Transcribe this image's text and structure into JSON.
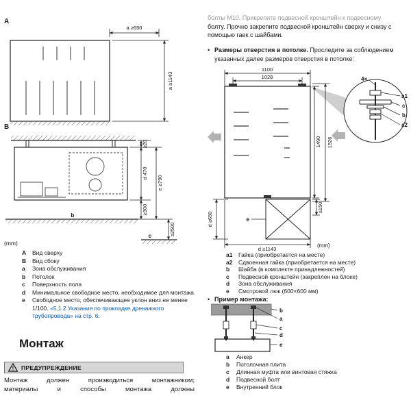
{
  "left": {
    "viewA": {
      "label": "A",
      "dim_top": "a ≥650",
      "dim_right": "a ≥1143"
    },
    "viewB": {
      "label": "B",
      "dim_gap": "≥20",
      "dim_d": "d 470",
      "dim_e": "e ≥790",
      "dim_bottom": "≥300",
      "dim_floor": "≥2500",
      "label_b": "b",
      "label_c": "c"
    },
    "mm": "(mm)",
    "legend": [
      {
        "key": "A",
        "text": "Вид сверху"
      },
      {
        "key": "B",
        "text": "Вид сбоку"
      },
      {
        "key": "a",
        "text": "Зона обслуживания"
      },
      {
        "key": "b",
        "text": "Потолок"
      },
      {
        "key": "c",
        "text": "Поверхность пола"
      },
      {
        "key": "d",
        "text": "Минимальное свободное место, необходимое для монтажа"
      },
      {
        "key": "e",
        "text_prefix": "Свободное место, обеспечивающее уклон вниз не менее 1/100. ",
        "link": "«5.1.2 Указания по прокладке дренажного трубопровода» на стр. 6",
        "text_suffix": "."
      }
    ],
    "section_heading": "Монтаж",
    "warning": {
      "icon_char": "!",
      "title": "ПРЕДУПРЕЖДЕНИЕ",
      "body_line1": "Монтаж должен производиться монтажником;",
      "body_line2": "материалы и способы монтажа должны"
    }
  },
  "right": {
    "bullet_glyph": "•",
    "intro_cut_line": "болты M10. Прикрепите подвесной кронштейн к подвесному",
    "intro_rest": "болту. Прочно закрепите подвесной кронштейн сверху и снизу с помощью гаек с шайбами.",
    "bullet1": {
      "bold": "Размеры отверстия в потолке.",
      "rest": " Проследите за соблюдением указанных далее размеров отверстия в потолке:"
    },
    "ceiling_diagram": {
      "dim_1100": "1100",
      "dim_1028": "1028",
      "dim_1490": "1490",
      "dim_1526": "1526",
      "dim_d650": "d ≥650",
      "dim_150": "≥150",
      "dim_d1143": "d ≥1143",
      "label_e": "e",
      "label_4x": "4×",
      "callout": {
        "a1": "a1",
        "c": "c",
        "b": "b",
        "a2": "a2"
      },
      "mm": "(mm)"
    },
    "legend1": [
      {
        "key": "a1",
        "text": "Гайка (приобретается на месте)"
      },
      {
        "key": "a2",
        "text": "Сдвоенная гайка (приобретается на месте)"
      },
      {
        "key": "b",
        "text": "Шайба (в комплекте принадлежностей)"
      },
      {
        "key": "c",
        "text": "Подвесной кронштейн (закреплен на блоке)"
      },
      {
        "key": "d",
        "text": "Зона обслуживания"
      },
      {
        "key": "e",
        "text": "Смотровой люк (600×600 мм)"
      }
    ],
    "bullet2": "Пример монтажа:",
    "mount_diagram": {
      "a": "a",
      "b": "b",
      "c": "c",
      "d": "d",
      "e": "e"
    },
    "legend2": [
      {
        "key": "a",
        "text": "Анкер"
      },
      {
        "key": "b",
        "text": "Потолочная плита"
      },
      {
        "key": "c",
        "text": "Длинная муфта или винтовая стяжка"
      },
      {
        "key": "d",
        "text": "Подвесной болт"
      },
      {
        "key": "e",
        "text": "Внутренний блок"
      }
    ]
  }
}
